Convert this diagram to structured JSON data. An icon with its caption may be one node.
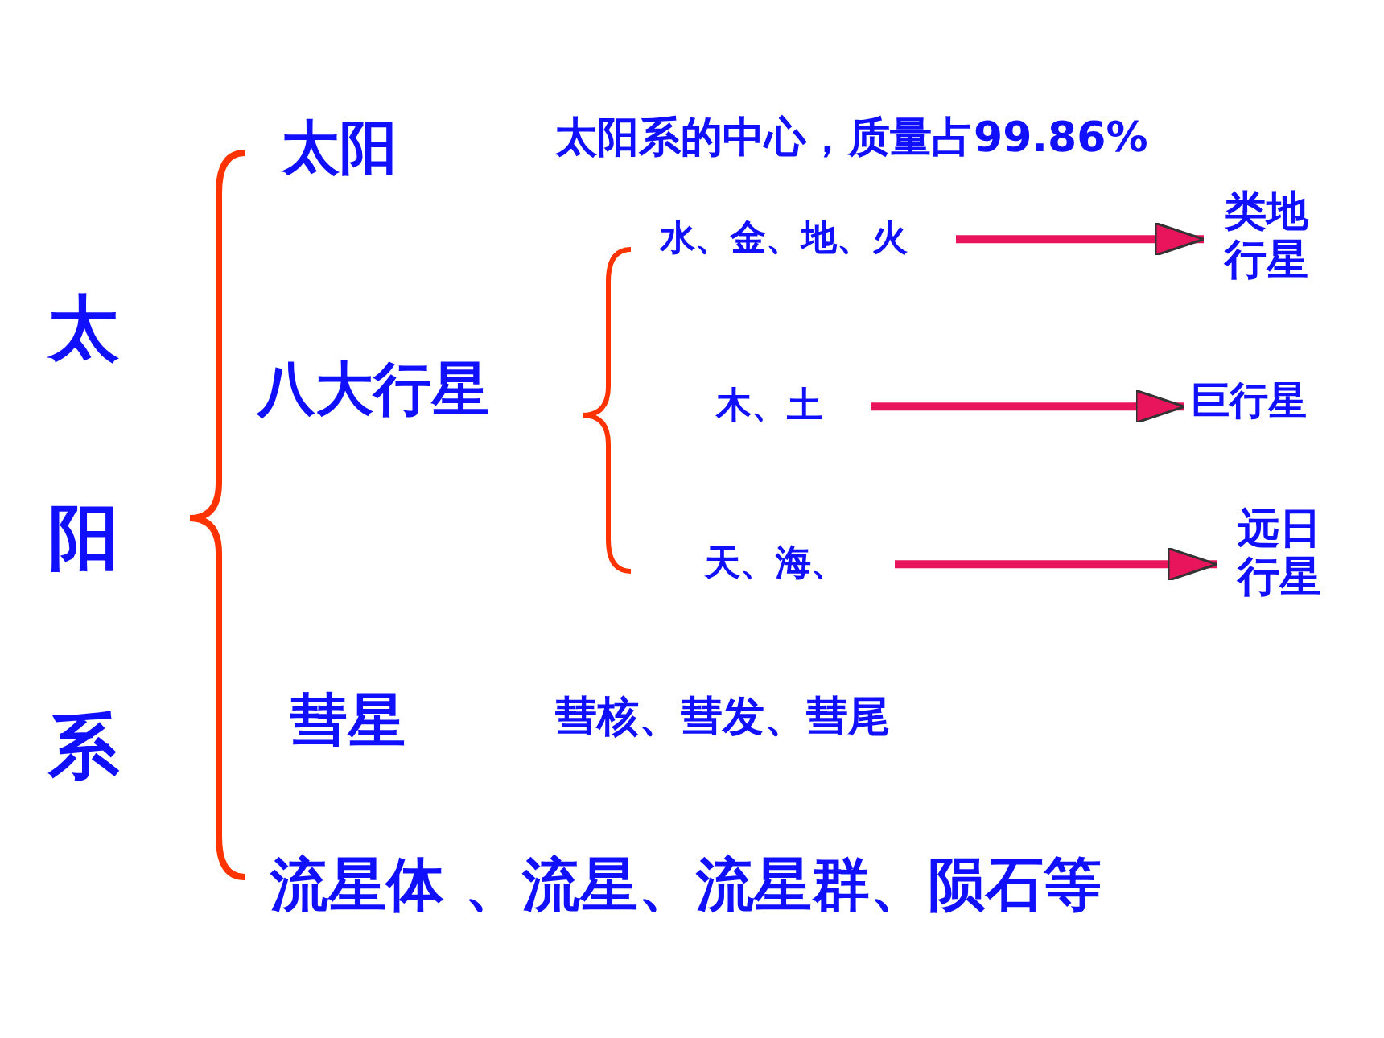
{
  "diagram": {
    "nodes": [
      {
        "text": [
          "水、金、地、火"
        ]
      },
      {
        "text": [
          "类地行星"
        ]
      },
      {
        "text": [
          "木、土"
        ]
      },
      {
        "text": [
          "巨行星"
        ]
      },
      {
        "text": [
          "天、海、"
        ]
      },
      {
        "text": [
          "远日行星"
        ]
      }
    ],
    "edges": [
      {
        "from": 0,
        "to": 1,
        "arrow": "to"
      },
      {
        "from": 2,
        "to": 3,
        "arrow": "to"
      },
      {
        "from": 4,
        "to": 5,
        "arrow": "to"
      }
    ],
    "labels": [
      "太阳系",
      "太阳",
      "太阳系的中心，质量占99.86%",
      "八大行星",
      "彗星",
      "彗核、彗发、彗尾",
      "流星体 、流星、流星群、陨石等"
    ]
  }
}
